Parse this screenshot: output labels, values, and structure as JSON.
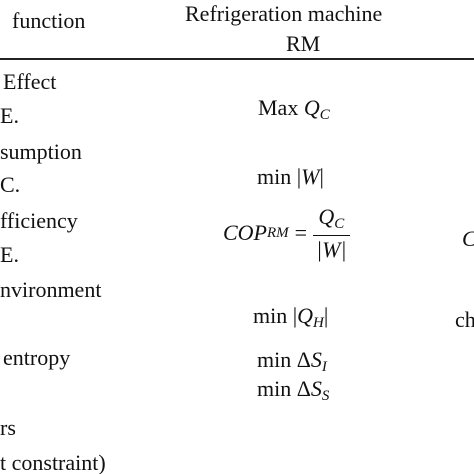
{
  "header": {
    "col1": "function",
    "col2_line1": "Refrigeration machine",
    "col2_line2": "RM"
  },
  "left_column": {
    "r1a": "Effect",
    "r1b": "E.",
    "r2a": "sumption",
    "r2b": "C.",
    "r3a": "fficiency",
    "r3b": "E.",
    "r4a": "nvironment",
    "r5a": "entropy",
    "r6a": "rs",
    "r6b": "t constraint)"
  },
  "rm_column": {
    "max_text": "Max",
    "max_var": "Q",
    "max_sub": "C",
    "min_abs_w": "min |",
    "w_var": "W",
    "abs_close": "|",
    "cop_lhs": "COP",
    "cop_sub": "RM",
    "eq": "=",
    "cop_num_var": "Q",
    "cop_num_sub": "C",
    "cop_den": "|W|",
    "min_qh_text": "min |",
    "qh_var": "Q",
    "qh_sub": "H",
    "qh_close": "|",
    "min_si_text": "min Δ",
    "si_var": "S",
    "si_sub": "I",
    "min_ss_text": "min Δ",
    "ss_var": "S",
    "ss_sub": "S"
  },
  "right_edge": {
    "c_partial": "C",
    "ch_partial": "ch"
  }
}
